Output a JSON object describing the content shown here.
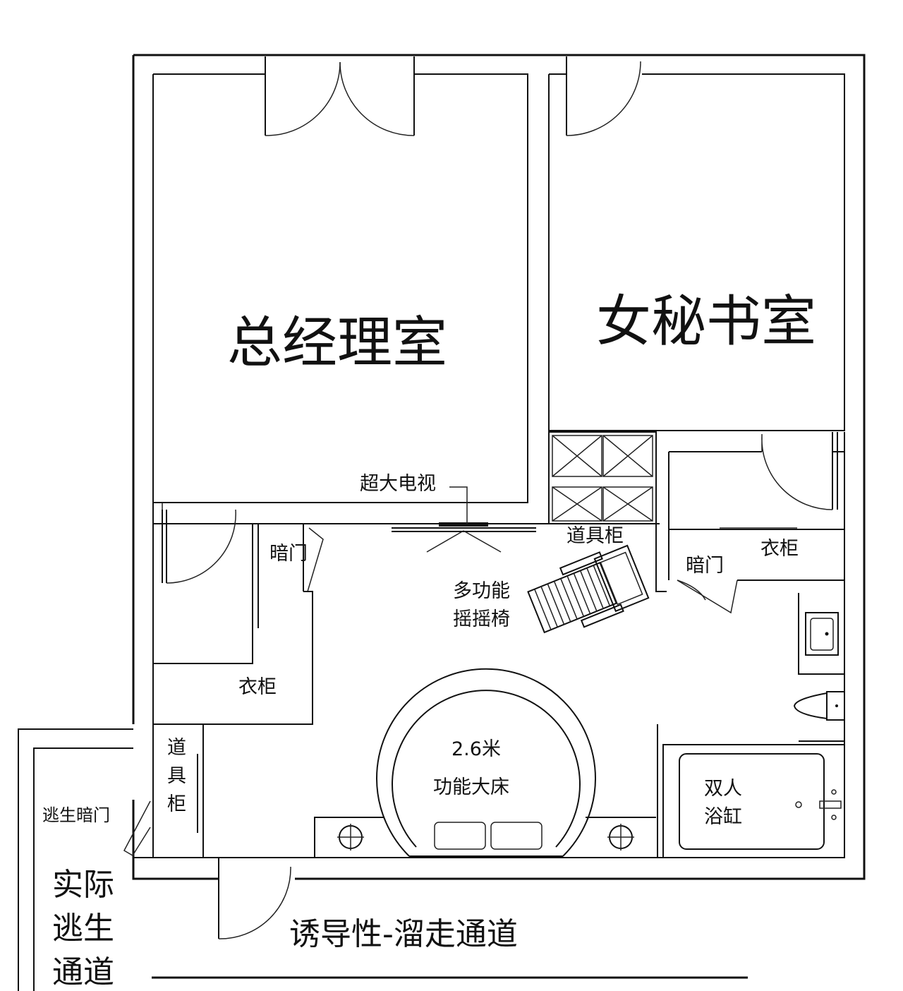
{
  "labels": {
    "gm_office": "总经理室",
    "secretary_room": "女秘书室",
    "super_tv": "超大电视",
    "hidden_door_left": "暗门",
    "hidden_door_right": "暗门",
    "prop_cabinet_top": "道具柜",
    "wardrobe_right": "衣柜",
    "wardrobe_left": "衣柜",
    "rocking_chair_line1": "多功能",
    "rocking_chair_line2": "摇摇椅",
    "bed_line1": "2.6米",
    "bed_line2": "功能大床",
    "bathtub_line1": "双人",
    "bathtub_line2": "浴缸",
    "prop_cabinet_vertical": [
      "道",
      "具",
      "柜"
    ],
    "escape_hidden_door": "逃生暗门",
    "actual_escape_route": [
      "实际",
      "逃生",
      "通道"
    ],
    "decoy_corridor": "诱导性-溜走通道"
  },
  "colors": {
    "line": "#111111",
    "background": "#ffffff"
  }
}
